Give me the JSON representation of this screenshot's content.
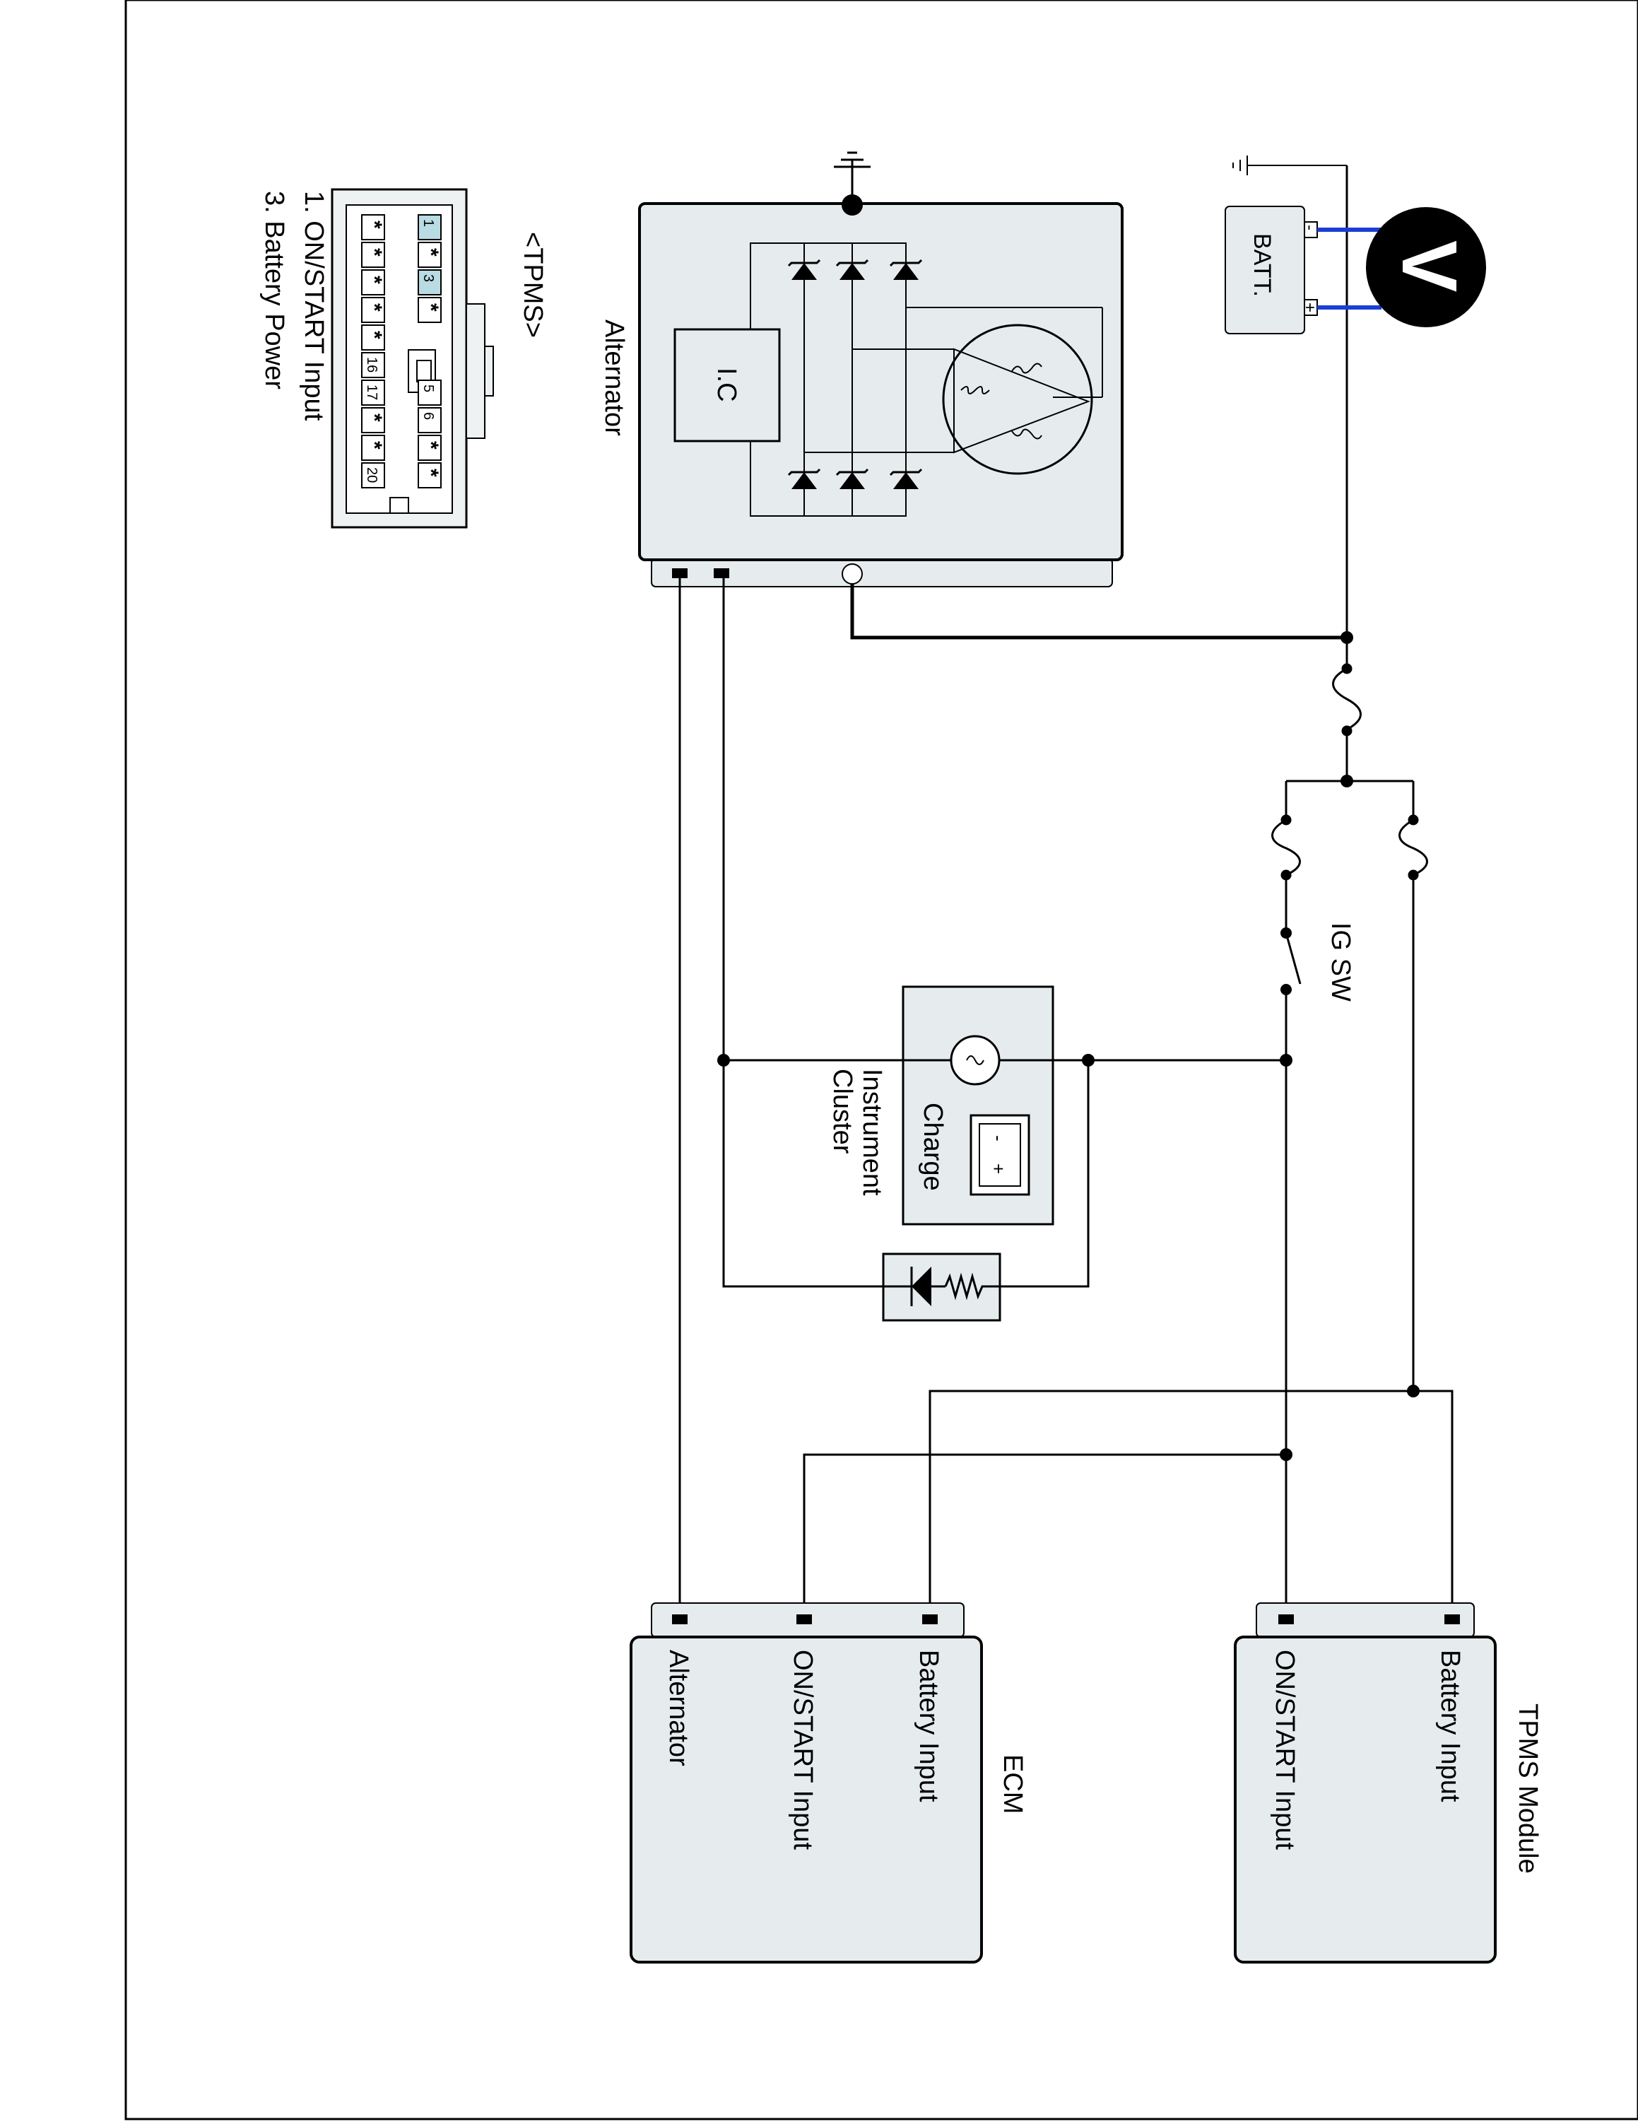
{
  "colors": {
    "wire": "#000000",
    "box_fill": "#e6ecee",
    "connector_fill": "#eef2f3",
    "meter_lead": "#1a3fd6",
    "pin_highlight": "#b9dbe3"
  },
  "icons": {
    "ground": "ground-icon",
    "fuse": "fuse-icon",
    "diode": "diode-icon",
    "lamp": "lamp-icon",
    "resistor": "resistor-icon",
    "voltmeter": "voltmeter-icon",
    "battery": "battery-icon",
    "switch": "switch-icon"
  },
  "labels": {
    "alternator_title": "Alternator",
    "ic": "I.C",
    "batt": "BATT.",
    "batt_minus": "-",
    "batt_plus": "+",
    "voltmeter": "V",
    "ig_sw": "IG SW",
    "charge": "Charge",
    "charge_minus": "-",
    "charge_plus": "+",
    "instrument": "Instrument",
    "cluster": "Cluster"
  },
  "ecm": {
    "title": "ECM",
    "pins": [
      "Battery Input",
      "ON/START Input",
      "Alternator"
    ]
  },
  "tpms_module": {
    "title": "TPMS Module",
    "pins": [
      "Battery Input",
      "ON/START Input"
    ]
  },
  "connector": {
    "title": "<TPMS>",
    "legend": [
      "1. ON/START Input",
      "3. Battery Power"
    ],
    "top_row": [
      "1",
      "*",
      "3",
      "*",
      "",
      "",
      "5",
      "6",
      "*",
      "*"
    ],
    "bottom_row": [
      "*",
      "*",
      "*",
      "*",
      "*",
      "16",
      "17",
      "*",
      "*",
      "20"
    ]
  }
}
